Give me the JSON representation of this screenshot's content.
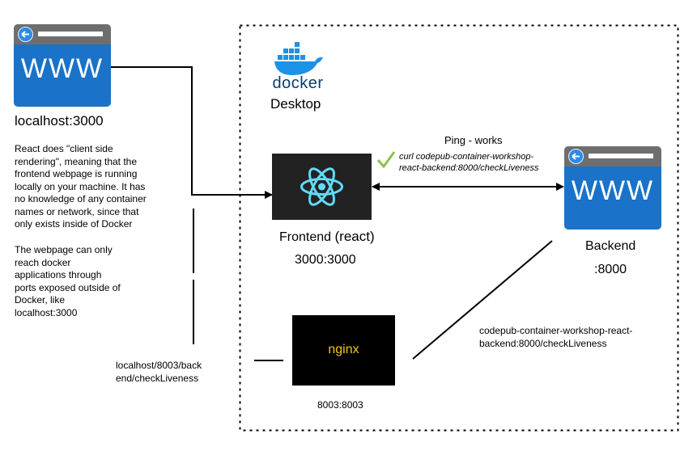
{
  "local_browser": {
    "icon_text": "WWW",
    "caption": "localhost:3000",
    "note1": [
      "React does \"client side",
      "rendering\", meaning that the",
      "frontend webpage is running",
      "locally on your machine. It has",
      "no knowledge of any container",
      "names or network, since that",
      "only exists inside of Docker"
    ],
    "note2": [
      "The webpage can only",
      "reach docker",
      "applications through",
      "ports exposed outside of",
      "Docker, like",
      "localhost:3000"
    ]
  },
  "docker": {
    "logo_text": "docker",
    "label": "Desktop"
  },
  "frontend": {
    "label": "Frontend",
    "label_suffix": "(react)",
    "ports": "3000:3000"
  },
  "ping": {
    "title": "Ping - works",
    "line1": "curl codepub-container-workshop-",
    "line2": "react-backend:8000/checkLiveness"
  },
  "backend": {
    "icon_text": "WWW",
    "label": "Backend",
    "ports": ":8000",
    "url_line1": "codepub-container-workshop-react-",
    "url_line2": "backend:8000/checkLiveness"
  },
  "nginx": {
    "label": "nginx",
    "ports": "8003:8003",
    "url_line1": "localhost/8003/back",
    "url_line2": "end/checkLiveness"
  },
  "colors": {
    "browser_blue": "#1a73c8",
    "browser_bar": "#6e6e6e",
    "react_tile": "#222222",
    "react_cyan": "#61dafb",
    "nginx_bg": "#000000",
    "nginx_text": "#f5c518",
    "docker_blue": "#1d91e6",
    "check_green": "#8bc34a"
  }
}
